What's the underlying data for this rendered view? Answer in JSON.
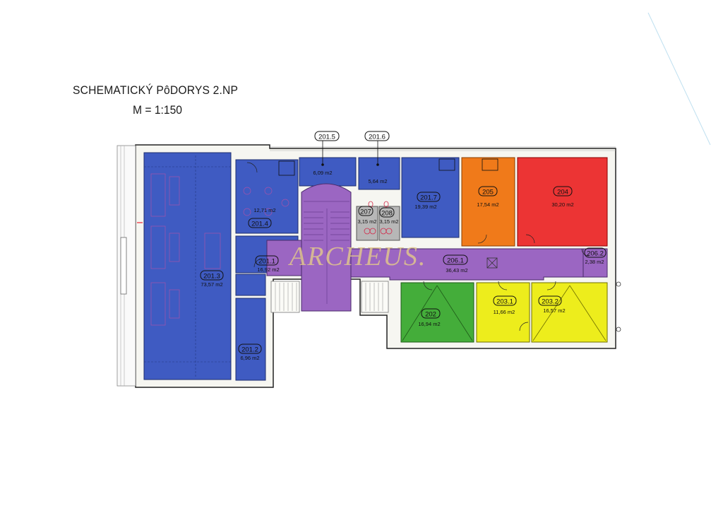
{
  "plan": {
    "title": "SCHEMATICKÝ PôDORYS 2.NP",
    "scale": "M = 1:150",
    "watermark": "ARCHEUS."
  },
  "colors": {
    "blue": "#3f5bc2",
    "purple": "#9b66c2",
    "orange": "#f07a1a",
    "red": "#ec3434",
    "green": "#44ad3a",
    "yellow": "#eded1c",
    "gray": "#b7b7b7",
    "wall": "#f5f5f0"
  },
  "rooms": [
    {
      "id": "201.3",
      "area": "73,57 m2"
    },
    {
      "id": "201.4",
      "area": "12,71 m2"
    },
    {
      "id": "201.1",
      "area": "16,92 m2"
    },
    {
      "id": "201.2",
      "area": "6,96 m2"
    },
    {
      "id": "201.5",
      "area": "6,09 m2"
    },
    {
      "id": "201.6",
      "area": "5,64 m2"
    },
    {
      "id": "201.7",
      "area": "19,39 m2"
    },
    {
      "id": "207",
      "area": "3,15 m2"
    },
    {
      "id": "208",
      "area": "3,15 m2"
    },
    {
      "id": "205",
      "area": "17,54 m2"
    },
    {
      "id": "204",
      "area": "30,20 m2"
    },
    {
      "id": "206.1",
      "area": "36,43 m2"
    },
    {
      "id": "206.2",
      "area": "2,38 m2"
    },
    {
      "id": "202",
      "area": "16,94 m2"
    },
    {
      "id": "203.1",
      "area": "11,66 m2"
    },
    {
      "id": "203.2",
      "area": "16,57 m2"
    }
  ]
}
